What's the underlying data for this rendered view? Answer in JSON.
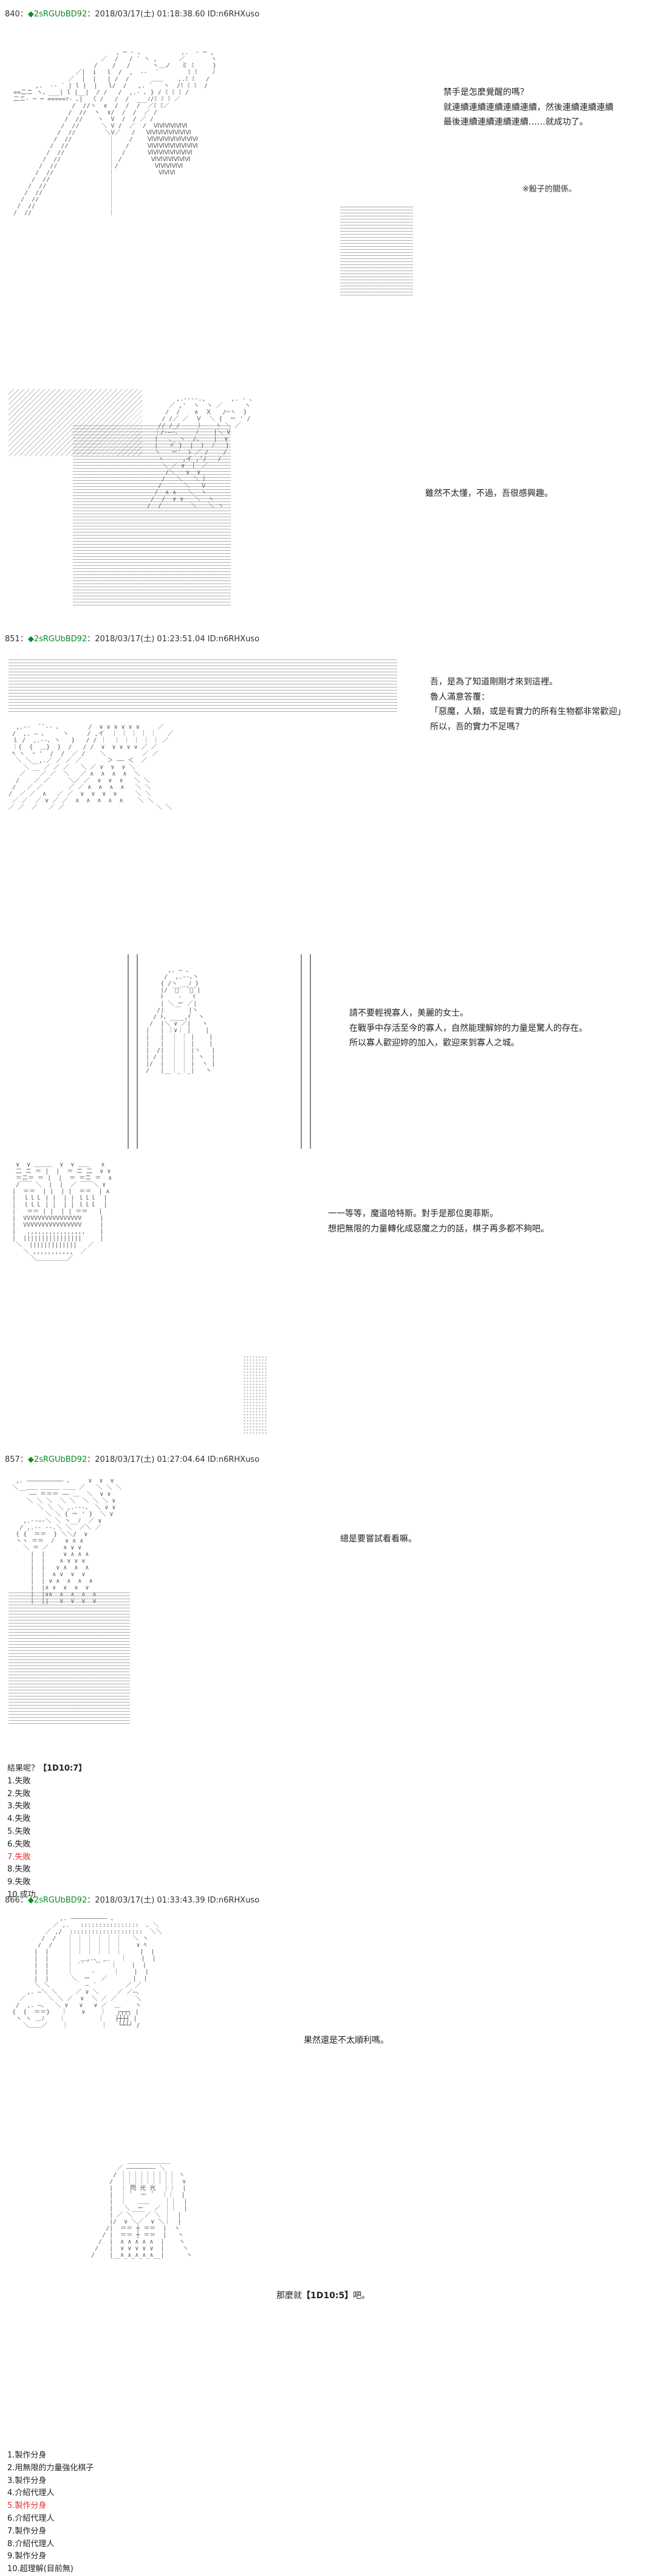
{
  "posts": [
    {
      "number": "840：",
      "trip": "◆2sRGUbBD92",
      "meta": "：2018/03/17(土) 01:18:38.60 ID:n6RHXuso",
      "dialog": [
        "禁手是怎麼覺醒的嗎？",
        "就連續連續連續連續連續，然後連續連續連續",
        "最後連續連續連續連續……就成功了。"
      ],
      "note": "※骰子的關係。",
      "dialog2": [
        "雖然不太懂，不過，吾很感興趣。"
      ]
    },
    {
      "number": "851：",
      "trip": "◆2sRGUbBD92",
      "meta": "：2018/03/17(土) 01:23:51.04 ID:n6RHXuso",
      "dialog": [
        "吾，是為了知道剛剛才來到這裡。",
        "魯人滿意答覆：",
        "「惡魔，人類，或是有實力的所有生物都非常歡迎」",
        "所以，吾的實力不足嗎？"
      ],
      "dialog2": [
        "請不要輕視寡人，美麗的女士。",
        "在戰爭中存活至今的寡人，自然能理解妳的力量是驚人的存在。",
        "所以寡人歡迎妳的加入，歡迎來到寡人之城。"
      ],
      "dialog3": [
        "一一等等，魔道哈特斯。對手是那位奧菲斯。",
        "想把無限的力量轉化成惡魔之力的話，棋子再多都不夠吧。"
      ]
    },
    {
      "number": "857：",
      "trip": "◆2sRGUbBD92",
      "meta": "：2018/03/17(土) 01:27:04.64 ID:n6RHXuso",
      "dialog": [
        "總是要嘗試看看嘛。"
      ],
      "results_title_prefix": "結果呢？",
      "results_title_code": "【1D10:7】",
      "results": [
        "1.失敗",
        "2.失敗",
        "3.失敗",
        "4.失敗",
        "5.失敗",
        "6.失敗",
        "7.失敗",
        "8.失敗",
        "9.失敗",
        "10.成功"
      ],
      "results_hit_index": 6
    },
    {
      "number": "866：",
      "trip": "◆2sRGUbBD92",
      "meta": "：2018/03/17(土) 01:33:43.39 ID:n6RHXuso",
      "dialog": [
        "果然還是不太順利嗎。"
      ],
      "dialog2_prefix": "那麼就",
      "dialog2_code": "【1D10:5】",
      "dialog2_suffix": "吧。",
      "results": [
        "1.製作分身",
        "2.用無限的力量強化棋子",
        "3.製作分身",
        "4.介紹代理人",
        "5.製作分身",
        "6.介紹代理人",
        "7.製作分身",
        "8.介紹代理人",
        "9.製作分身",
        "10.超理解(目前無)"
      ],
      "results_hit_index": 4
    }
  ],
  "colors": {
    "trip": "#0a8a2a",
    "hit": "#e0312d",
    "text": "#222222",
    "aa": "#555555"
  }
}
